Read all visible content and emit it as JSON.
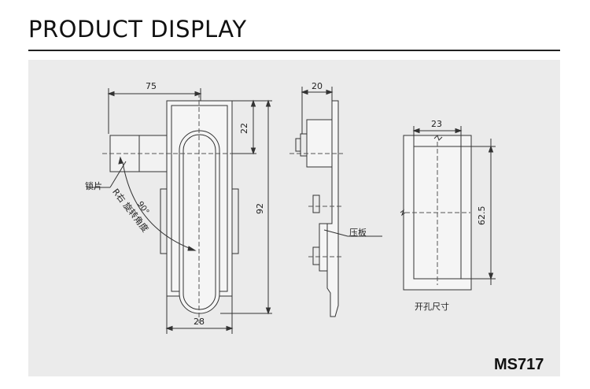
{
  "header": {
    "title": "PRODUCT DISPLAY"
  },
  "front_view": {
    "dim_width_top": "75",
    "dim_top_offset": "22",
    "dim_height": "92",
    "dim_width_bottom": "28",
    "label_latch": "锁片",
    "label_rotation": "R右 旋转角度",
    "label_angle": "90°"
  },
  "side_view": {
    "dim_depth": "20",
    "label_pressure_plate": "压板"
  },
  "cutout_view": {
    "dim_width": "23",
    "dim_height": "62.5",
    "label_cutout_size": "开孔尺寸"
  },
  "model": "MS717",
  "colors": {
    "line": "#333333",
    "panel": "#ebebeb"
  }
}
